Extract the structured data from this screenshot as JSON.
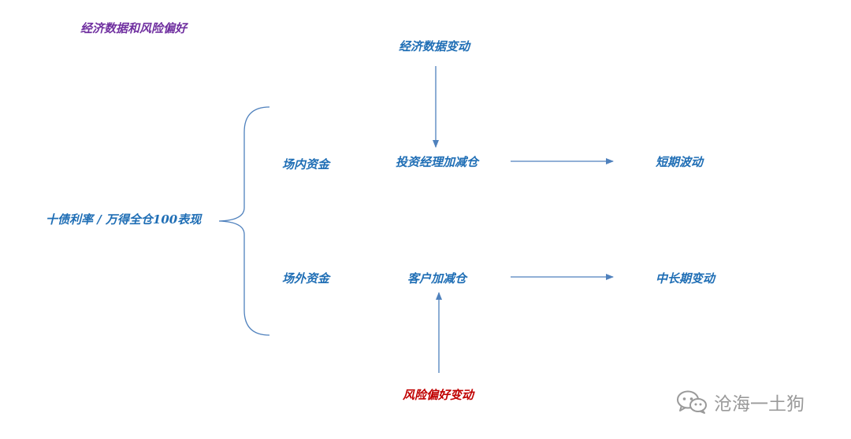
{
  "diagram": {
    "title": "经济数据和风险偏好",
    "source": "十债利率 / 万得全仓100表现",
    "top_driver": "经济数据变动",
    "bottom_driver": "风险偏好变动",
    "inner_funds": "场内资金",
    "outer_funds": "场外资金",
    "inner_action": "投资经理加减仓",
    "outer_action": "客户加减仓",
    "short_effect": "短期波动",
    "long_effect": "中长期变动"
  },
  "watermark": {
    "text": "沧海一土狗",
    "icon": "wechat-icon"
  },
  "colors": {
    "text_blue": "#1f6eb5",
    "title_purple": "#7030a0",
    "red": "#c00000",
    "line_blue": "#4f81bd",
    "watermark_gray": "#9a9a9a"
  }
}
